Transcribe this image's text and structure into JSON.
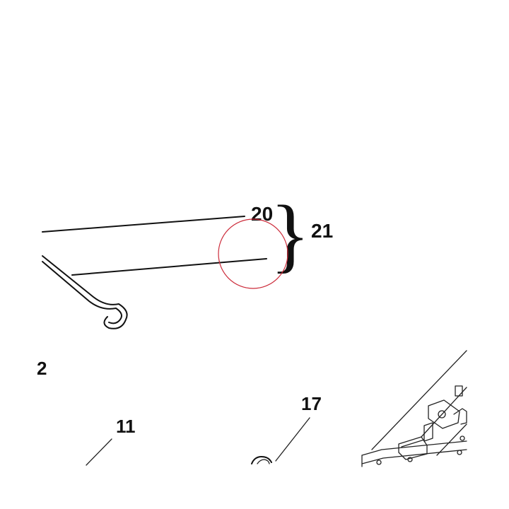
{
  "labels": {
    "part_20": "20",
    "part_21": "21",
    "part_2": "2",
    "part_11": "11",
    "part_17": "17"
  },
  "colors": {
    "ink": "#111111",
    "highlight_circle": "#cc2b3a",
    "background": "#ffffff"
  }
}
